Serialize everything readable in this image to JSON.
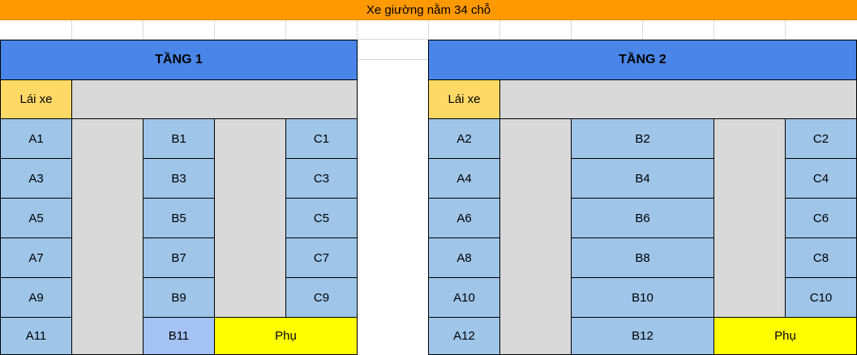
{
  "title": "Xe giường nằm 34 chỗ",
  "colors": {
    "banner": "#ff9900",
    "header": "#4a86e8",
    "driver": "#ffd966",
    "aisle": "#d9d9d9",
    "seat": "#9fc5e8",
    "seat_highlight": "#a4c2f4",
    "extra": "#ffff00"
  },
  "floor1": {
    "header": "TẦNG 1",
    "driver": "Lái xe",
    "col_a": [
      "A1",
      "A3",
      "A5",
      "A7",
      "A9",
      "A11"
    ],
    "col_b": [
      "B1",
      "B3",
      "B5",
      "B7",
      "B9",
      "B11"
    ],
    "col_c": [
      "C1",
      "C3",
      "C5",
      "C7",
      "C9"
    ],
    "extra": "Phụ"
  },
  "floor2": {
    "header": "TẦNG 2",
    "driver": "Lái xe",
    "col_a": [
      "A2",
      "A4",
      "A6",
      "A8",
      "A10",
      "A12"
    ],
    "col_b": [
      "B2",
      "B4",
      "B6",
      "B8",
      "B10",
      "B12"
    ],
    "col_c": [
      "C2",
      "C4",
      "C6",
      "C8",
      "C10"
    ],
    "extra": "Phụ"
  }
}
